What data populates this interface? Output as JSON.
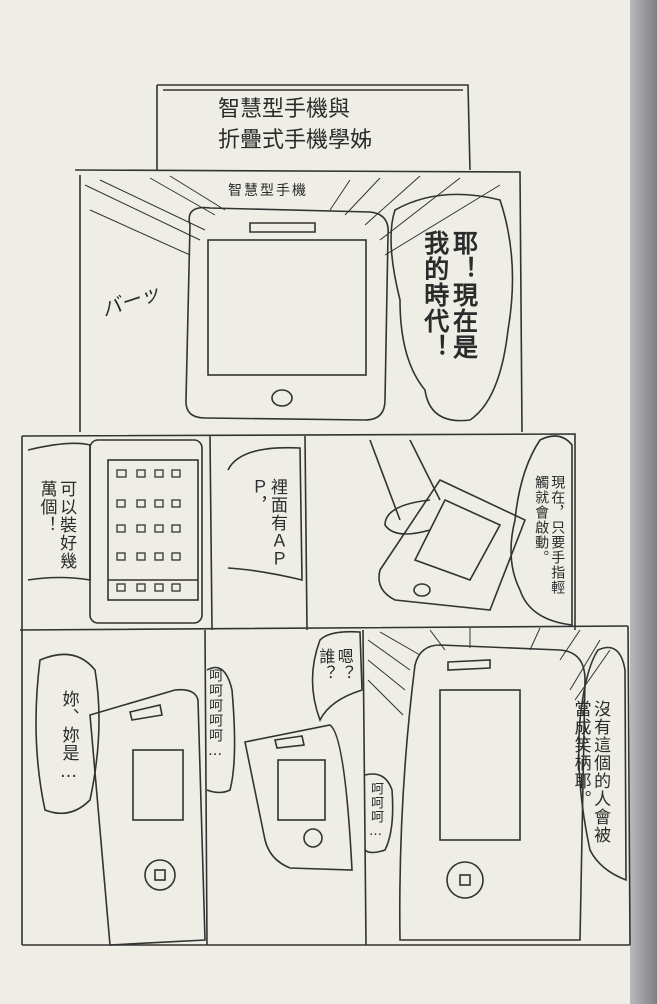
{
  "title": {
    "line1": "智慧型手機與",
    "line2": "折疊式手機學姊"
  },
  "panel1": {
    "label": "智慧型手機",
    "sfx": "バーッ",
    "speech": "耶！現在是我的時代！"
  },
  "panel2": {
    "speech": "可以裝好幾萬個！"
  },
  "panel3": {
    "speech": "裡面有ＡＰＰ，"
  },
  "panel4": {
    "speech": "現在，只要手指輕觸就會啟動。"
  },
  "panel5": {
    "speech": "妳、妳是…"
  },
  "panel6": {
    "speech_left": "呵呵呵呵呵…",
    "speech_right": "嗯？誰？"
  },
  "panel7": {
    "speech_left": "呵呵呵…",
    "speech_right": "沒有這個的人會被當成笑柄耶。"
  }
}
